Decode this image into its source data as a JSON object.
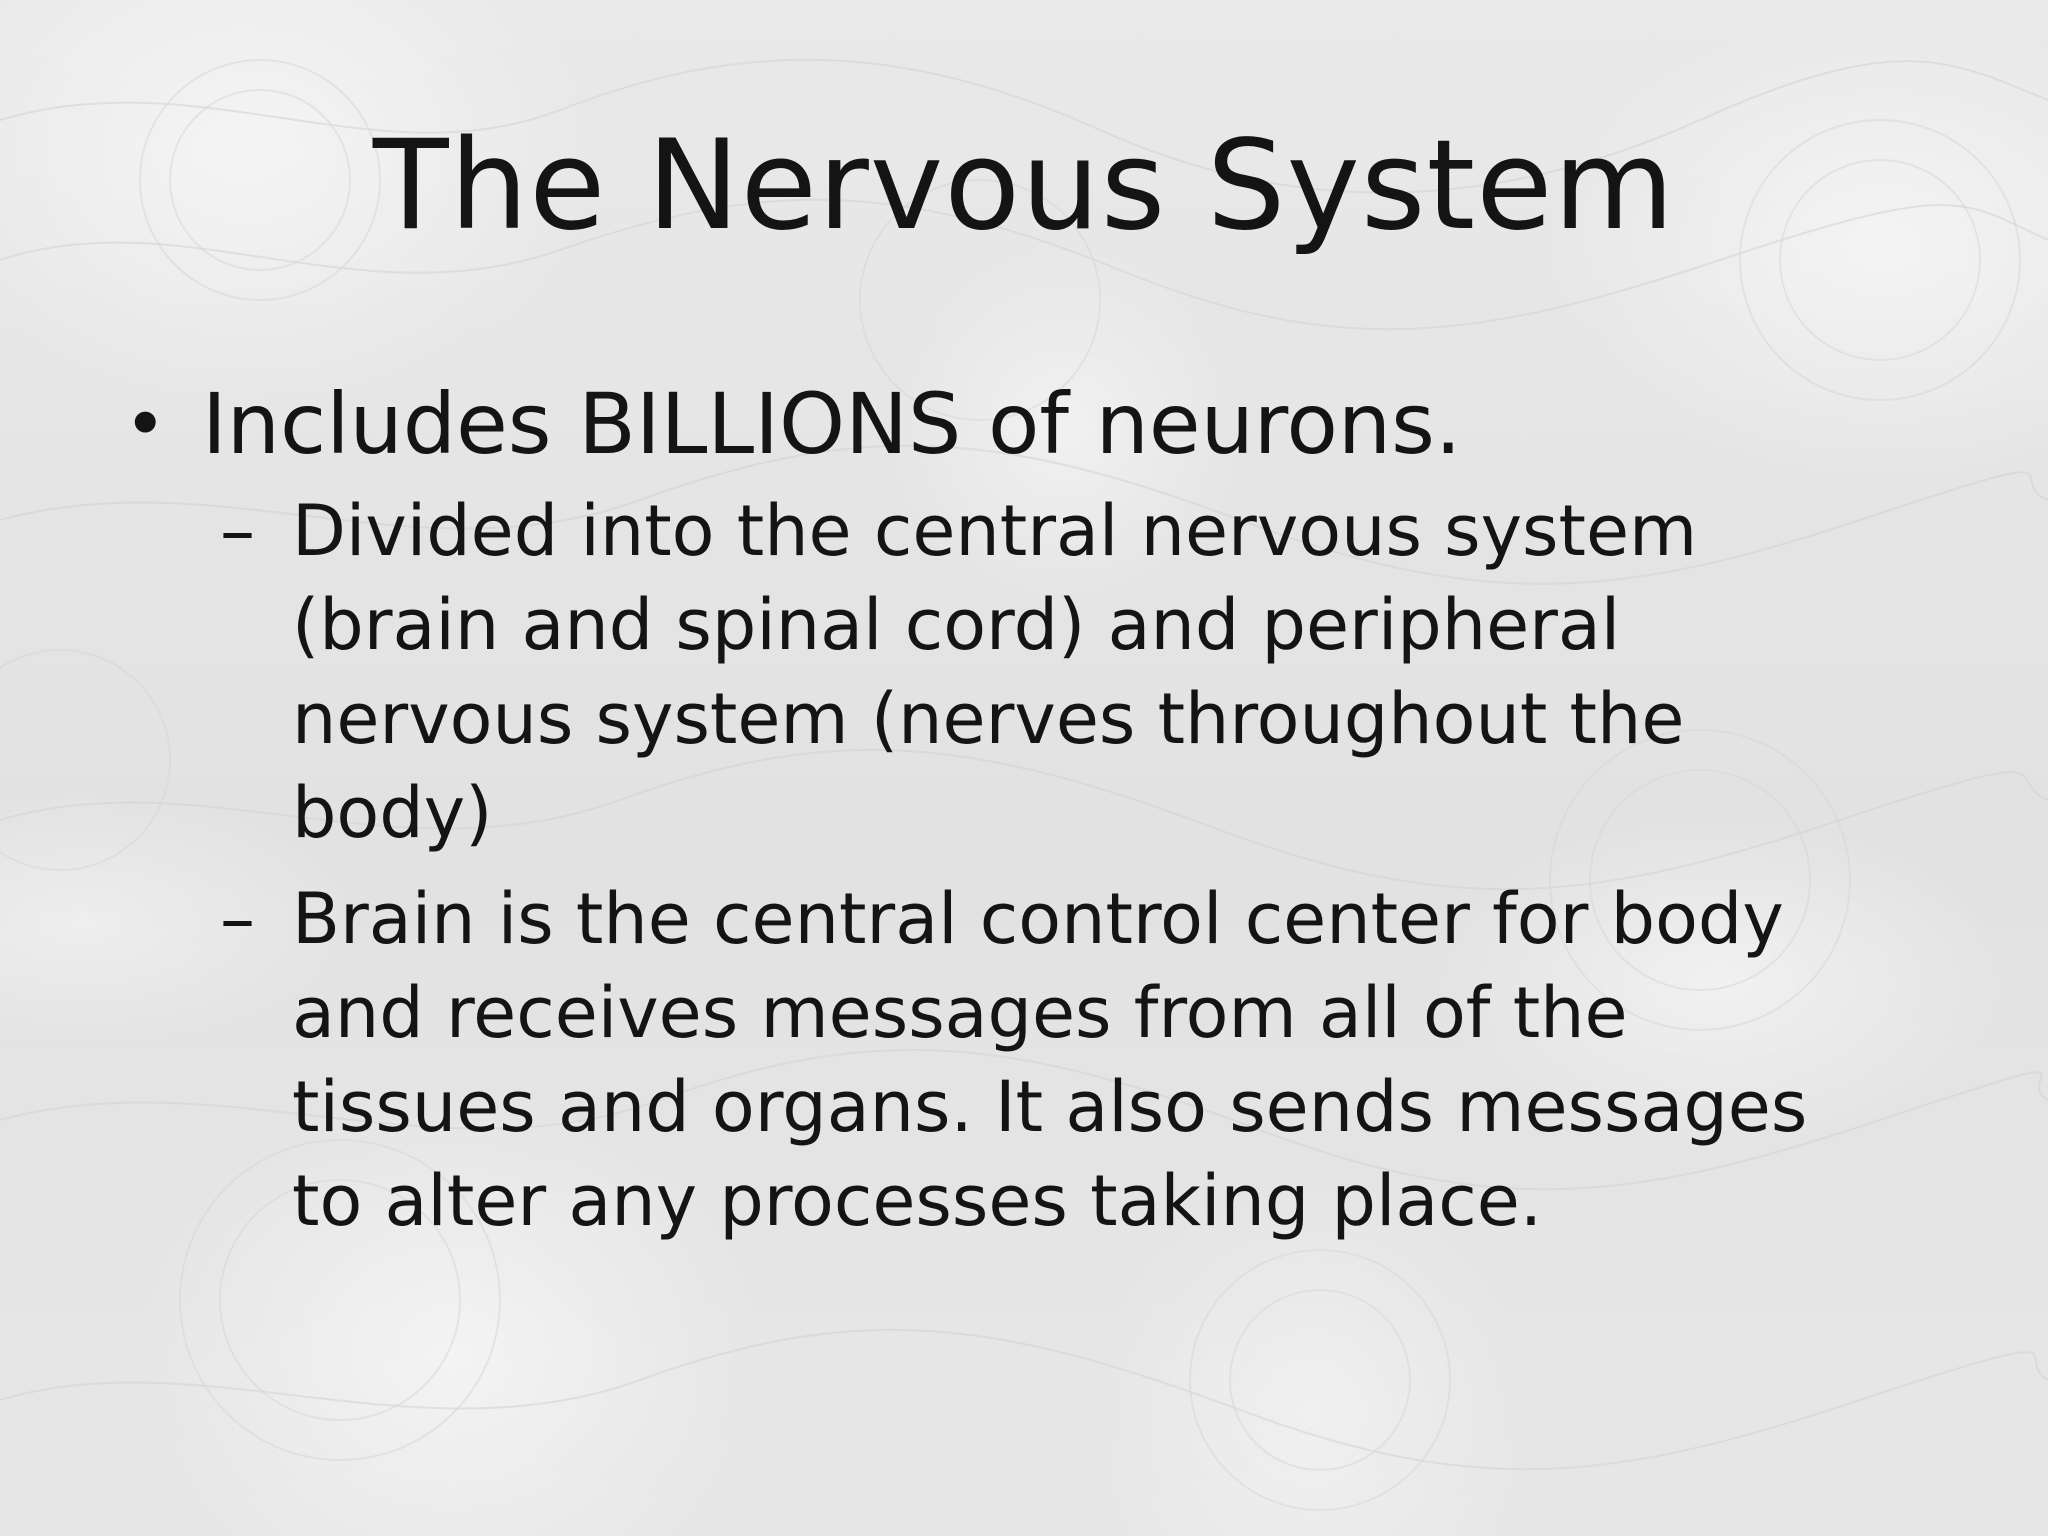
{
  "slide": {
    "title": "The Nervous System",
    "bullets": [
      {
        "marker": "•",
        "text": "Includes BILLIONS of neurons.",
        "sub_bullets": [
          {
            "marker": "–",
            "lines": [
              "Divided into the central nervous system",
              "(brain and spinal cord) and peripheral",
              "nervous system (nerves throughout the",
              "body)"
            ]
          },
          {
            "marker": "–",
            "lines": [
              "Brain is the central control center for body",
              "and receives messages from all of the",
              "tissues and organs. It also sends messages",
              "to alter any processes taking place."
            ]
          }
        ]
      }
    ]
  },
  "colors": {
    "text": "#141414",
    "background": "#e6e6e6"
  }
}
